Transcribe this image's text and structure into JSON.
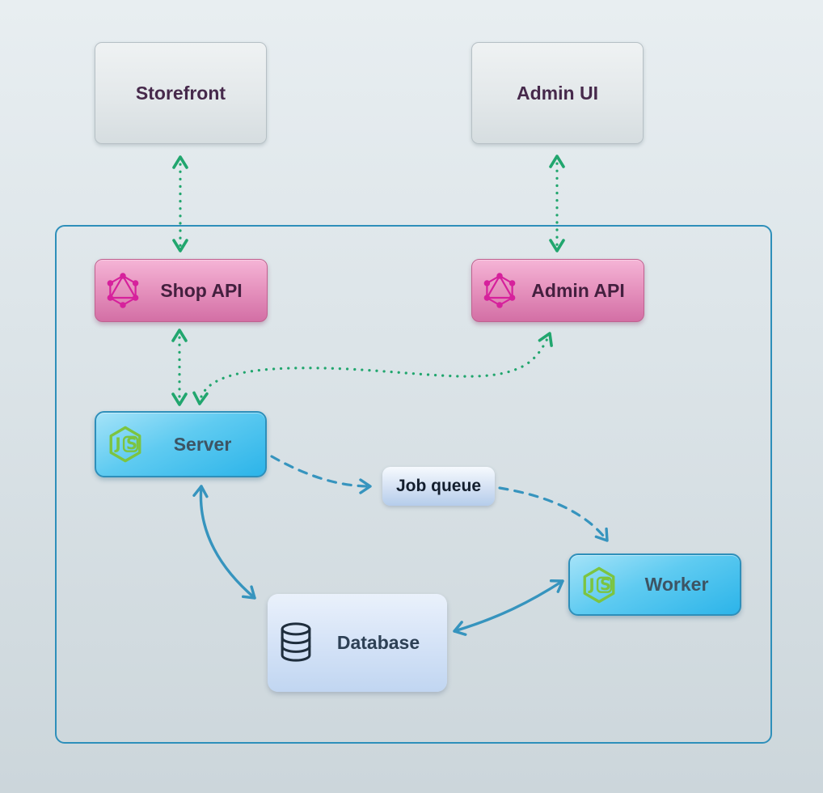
{
  "diagram": {
    "title": "Vendure-style server architecture diagram",
    "nodes": {
      "storefront": {
        "label": "Storefront",
        "icon": null
      },
      "admin_ui": {
        "label": "Admin UI",
        "icon": null
      },
      "shop_api": {
        "label": "Shop API",
        "icon": "graphql-icon"
      },
      "admin_api": {
        "label": "Admin API",
        "icon": "graphql-icon"
      },
      "server": {
        "label": "Server",
        "icon": "nodejs-icon"
      },
      "job_queue": {
        "label": "Job queue",
        "icon": null
      },
      "worker": {
        "label": "Worker",
        "icon": "nodejs-icon"
      },
      "database": {
        "label": "Database",
        "icon": "database-icon"
      }
    },
    "edges": [
      {
        "id": "storefront-shop-api",
        "from": "storefront",
        "to": "shop_api",
        "style": "dotted",
        "color": "green",
        "bidirectional": true
      },
      {
        "id": "admin-ui-admin-api",
        "from": "admin_ui",
        "to": "admin_api",
        "style": "dotted",
        "color": "green",
        "bidirectional": true
      },
      {
        "id": "shop-api-server",
        "from": "shop_api",
        "to": "server",
        "style": "dotted",
        "color": "green",
        "bidirectional": true
      },
      {
        "id": "server-admin-api",
        "from": "server",
        "to": "admin_api",
        "style": "dotted",
        "color": "green",
        "bidirectional": true
      },
      {
        "id": "server-job-queue",
        "from": "server",
        "to": "job_queue",
        "style": "dashed",
        "color": "blue",
        "bidirectional": false
      },
      {
        "id": "job-queue-worker",
        "from": "job_queue",
        "to": "worker",
        "style": "dashed",
        "color": "blue",
        "bidirectional": false
      },
      {
        "id": "server-database",
        "from": "server",
        "to": "database",
        "style": "solid",
        "color": "blue",
        "bidirectional": true
      },
      {
        "id": "worker-database",
        "from": "worker",
        "to": "database",
        "style": "solid",
        "color": "blue",
        "bidirectional": true
      }
    ],
    "colors": {
      "green_arrow": "#21a66e",
      "blue_arrow": "#3694be",
      "container_border": "#2e8fba",
      "graphql_pink": "#d6219c",
      "node_green": "#7cc440",
      "db_ink": "#1f2e3d",
      "client_box_text": "#46294b",
      "api_box_top": "#f5b4d6",
      "api_box_bottom": "#d36fa5",
      "server_box_top": "#a5e3f8",
      "server_box_bottom": "#2cb4e9"
    }
  }
}
